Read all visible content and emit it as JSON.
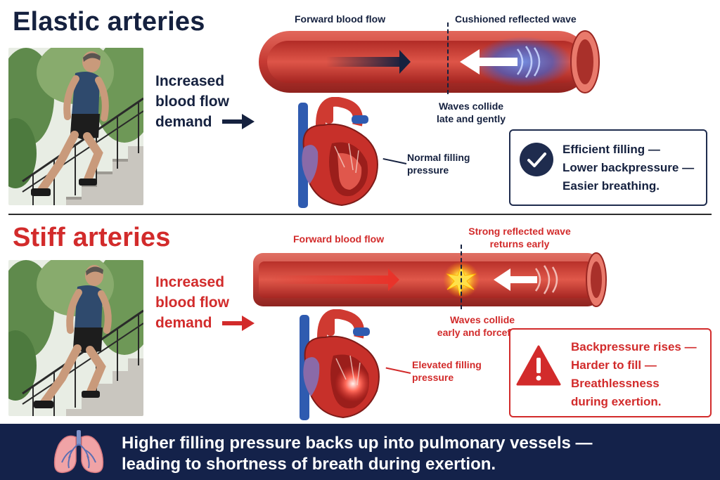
{
  "elastic": {
    "title": "Elastic arteries",
    "forward_flow": "Forward blood flow",
    "reflected_wave": "Cushioned reflected wave",
    "collision_line1": "Waves collide",
    "collision_line2": "late and gently",
    "demand_lines": [
      "Increased",
      "blood flow",
      "demand"
    ],
    "filling_line1": "Normal filling",
    "filling_line2": "pressure",
    "summary_lines": [
      "Efficient filling —",
      "Lower backpressure —",
      "Easier breathing."
    ],
    "icon": "check-circle-icon"
  },
  "stiff": {
    "title": "Stiff arteries",
    "forward_flow": "Forward blood flow",
    "reflected_wave_line1": "Strong reflected wave",
    "reflected_wave_line2": "returns early",
    "collision_line1": "Waves collide",
    "collision_line2": "early and forcefully",
    "demand_lines": [
      "Increased",
      "blood flow",
      "demand"
    ],
    "filling_line1": "Elevated filling",
    "filling_line2": "pressure",
    "summary_lines": [
      "Backpressure rises —",
      "Harder to fill —",
      "Breathlessness",
      "during exertion."
    ],
    "icon": "warning-triangle-icon"
  },
  "footer": {
    "line1": "Higher filling pressure backs up into pulmonary vessels —",
    "line2": "leading to shortness of breath during exertion.",
    "icon": "lungs-icon"
  },
  "colors": {
    "navy": "#15213f",
    "red": "#d22b2b",
    "vessel": "#c9403a",
    "footer_bg": "#14224a"
  }
}
